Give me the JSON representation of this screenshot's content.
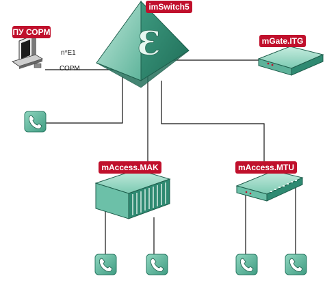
{
  "colors": {
    "badge": "#c0102c",
    "device_light": "#a8dccb",
    "device_mid": "#6cc0a8",
    "device_dark": "#2f8a72",
    "line": "#111111"
  },
  "nodes": {
    "softswitch": {
      "label": "imSwitch5",
      "logo": "Ɛ",
      "icon": "pyramid-softswitch"
    },
    "sorm": {
      "label": "ПУ СОРМ",
      "icon": "computer-terminal"
    },
    "gateway": {
      "label": "mGate.ITG",
      "icon": "flat-gateway-box"
    },
    "mak": {
      "label": "mAccess.MAK",
      "icon": "access-node-chassis"
    },
    "mtu": {
      "label": "mAccess.MTU",
      "icon": "access-node-flat"
    }
  },
  "link_sorm": {
    "line1": "n*E1",
    "line2": "СОРМ"
  },
  "phones": [
    "phone-icon",
    "phone-icon",
    "phone-icon",
    "phone-icon",
    "phone-icon"
  ]
}
